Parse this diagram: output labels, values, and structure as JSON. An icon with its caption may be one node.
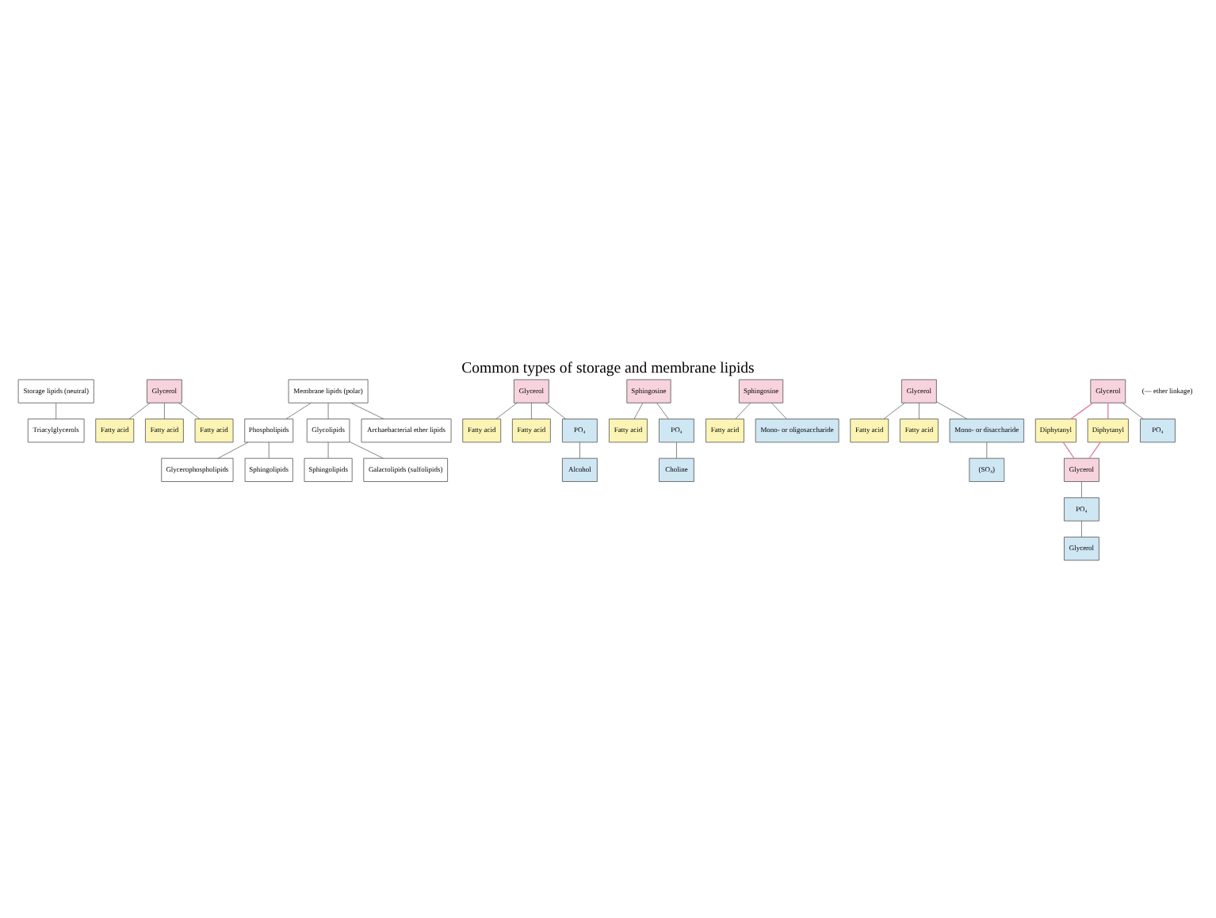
{
  "diagram": {
    "title": "Common types of storage and membrane lipids",
    "nodes": [
      {
        "text": [
          "Storage lipids (neutral)"
        ]
      },
      {
        "text": [
          "Triacylglycerols"
        ]
      },
      {
        "text": [
          "Glycerol"
        ]
      },
      {
        "text": [
          "Fatty acid"
        ]
      },
      {
        "text": [
          "Fatty acid"
        ]
      },
      {
        "text": [
          "Fatty acid"
        ]
      },
      {
        "text": [
          "Membrane lipids (polar)"
        ]
      },
      {
        "text": [
          "Phospholipids"
        ]
      },
      {
        "text": [
          "Glycolipids"
        ]
      },
      {
        "text": [
          "Archaebacterial ether lipids"
        ]
      },
      {
        "text": [
          "Glycerophospholipids"
        ]
      },
      {
        "text": [
          "Sphingolipids"
        ]
      },
      {
        "text": [
          "Sphingolipids"
        ]
      },
      {
        "text": [
          "Galactolipids (sulfolipids)"
        ]
      },
      {
        "text": [
          "Glycerol"
        ]
      },
      {
        "text": [
          "Fatty acid"
        ]
      },
      {
        "text": [
          "Fatty acid"
        ]
      },
      {
        "text": [
          "PO₄"
        ]
      },
      {
        "text": [
          "Alcohol"
        ]
      },
      {
        "text": [
          "Sphingosine"
        ]
      },
      {
        "text": [
          "Fatty acid"
        ]
      },
      {
        "text": [
          "PO₄"
        ]
      },
      {
        "text": [
          "Choline"
        ]
      },
      {
        "text": [
          "Sphingosine"
        ]
      },
      {
        "text": [
          "Fatty acid"
        ]
      },
      {
        "text": [
          "Mono- or oligosaccharide"
        ]
      },
      {
        "text": [
          "Glycerol"
        ]
      },
      {
        "text": [
          "Fatty acid"
        ]
      },
      {
        "text": [
          "Fatty acid"
        ]
      },
      {
        "text": [
          "Mono- or disaccharide"
        ]
      },
      {
        "text": [
          "(SO₄)"
        ]
      },
      {
        "text": [
          "Glycerol"
        ]
      },
      {
        "text": [
          "Diphytanyl"
        ]
      },
      {
        "text": [
          "Diphytanyl"
        ]
      },
      {
        "text": [
          "PO₄"
        ]
      },
      {
        "text": [
          "Glycerol"
        ]
      },
      {
        "text": [
          "PO₄"
        ]
      },
      {
        "text": [
          "Glycerol"
        ]
      }
    ],
    "edges": [
      {
        "from": 0,
        "to": 1,
        "arrow": "none"
      },
      {
        "from": 2,
        "to": 3,
        "arrow": "none"
      },
      {
        "from": 2,
        "to": 4,
        "arrow": "none"
      },
      {
        "from": 2,
        "to": 5,
        "arrow": "none"
      },
      {
        "from": 6,
        "to": 7,
        "arrow": "none"
      },
      {
        "from": 6,
        "to": 8,
        "arrow": "none"
      },
      {
        "from": 6,
        "to": 9,
        "arrow": "none"
      },
      {
        "from": 7,
        "to": 10,
        "arrow": "none"
      },
      {
        "from": 7,
        "to": 11,
        "arrow": "none"
      },
      {
        "from": 8,
        "to": 12,
        "arrow": "none"
      },
      {
        "from": 8,
        "to": 13,
        "arrow": "none"
      },
      {
        "from": 14,
        "to": 15,
        "arrow": "none"
      },
      {
        "from": 14,
        "to": 16,
        "arrow": "none"
      },
      {
        "from": 14,
        "to": 17,
        "arrow": "none"
      },
      {
        "from": 17,
        "to": 18,
        "arrow": "none"
      },
      {
        "from": 19,
        "to": 20,
        "arrow": "none"
      },
      {
        "from": 19,
        "to": 21,
        "arrow": "none"
      },
      {
        "from": 21,
        "to": 22,
        "arrow": "none"
      },
      {
        "from": 23,
        "to": 24,
        "arrow": "none"
      },
      {
        "from": 23,
        "to": 25,
        "arrow": "none"
      },
      {
        "from": 26,
        "to": 27,
        "arrow": "none"
      },
      {
        "from": 26,
        "to": 28,
        "arrow": "none"
      },
      {
        "from": 26,
        "to": 29,
        "arrow": "none"
      },
      {
        "from": 29,
        "to": 30,
        "arrow": "none"
      },
      {
        "from": 31,
        "to": 32,
        "arrow": "none",
        "color": "#e07a9a"
      },
      {
        "from": 31,
        "to": 33,
        "arrow": "none",
        "color": "#e07a9a"
      },
      {
        "from": 31,
        "to": 36,
        "arrow": "none"
      },
      {
        "from": 32,
        "to": 35,
        "arrow": "none",
        "color": "#e07a9a"
      },
      {
        "from": 33,
        "to": 35,
        "arrow": "none",
        "color": "#e07a9a"
      },
      {
        "from": 35,
        "to": 34,
        "arrow": "none"
      },
      {
        "from": 34,
        "to": 37,
        "arrow": "none"
      }
    ],
    "labels": [
      "(— ether linkage)"
    ]
  }
}
